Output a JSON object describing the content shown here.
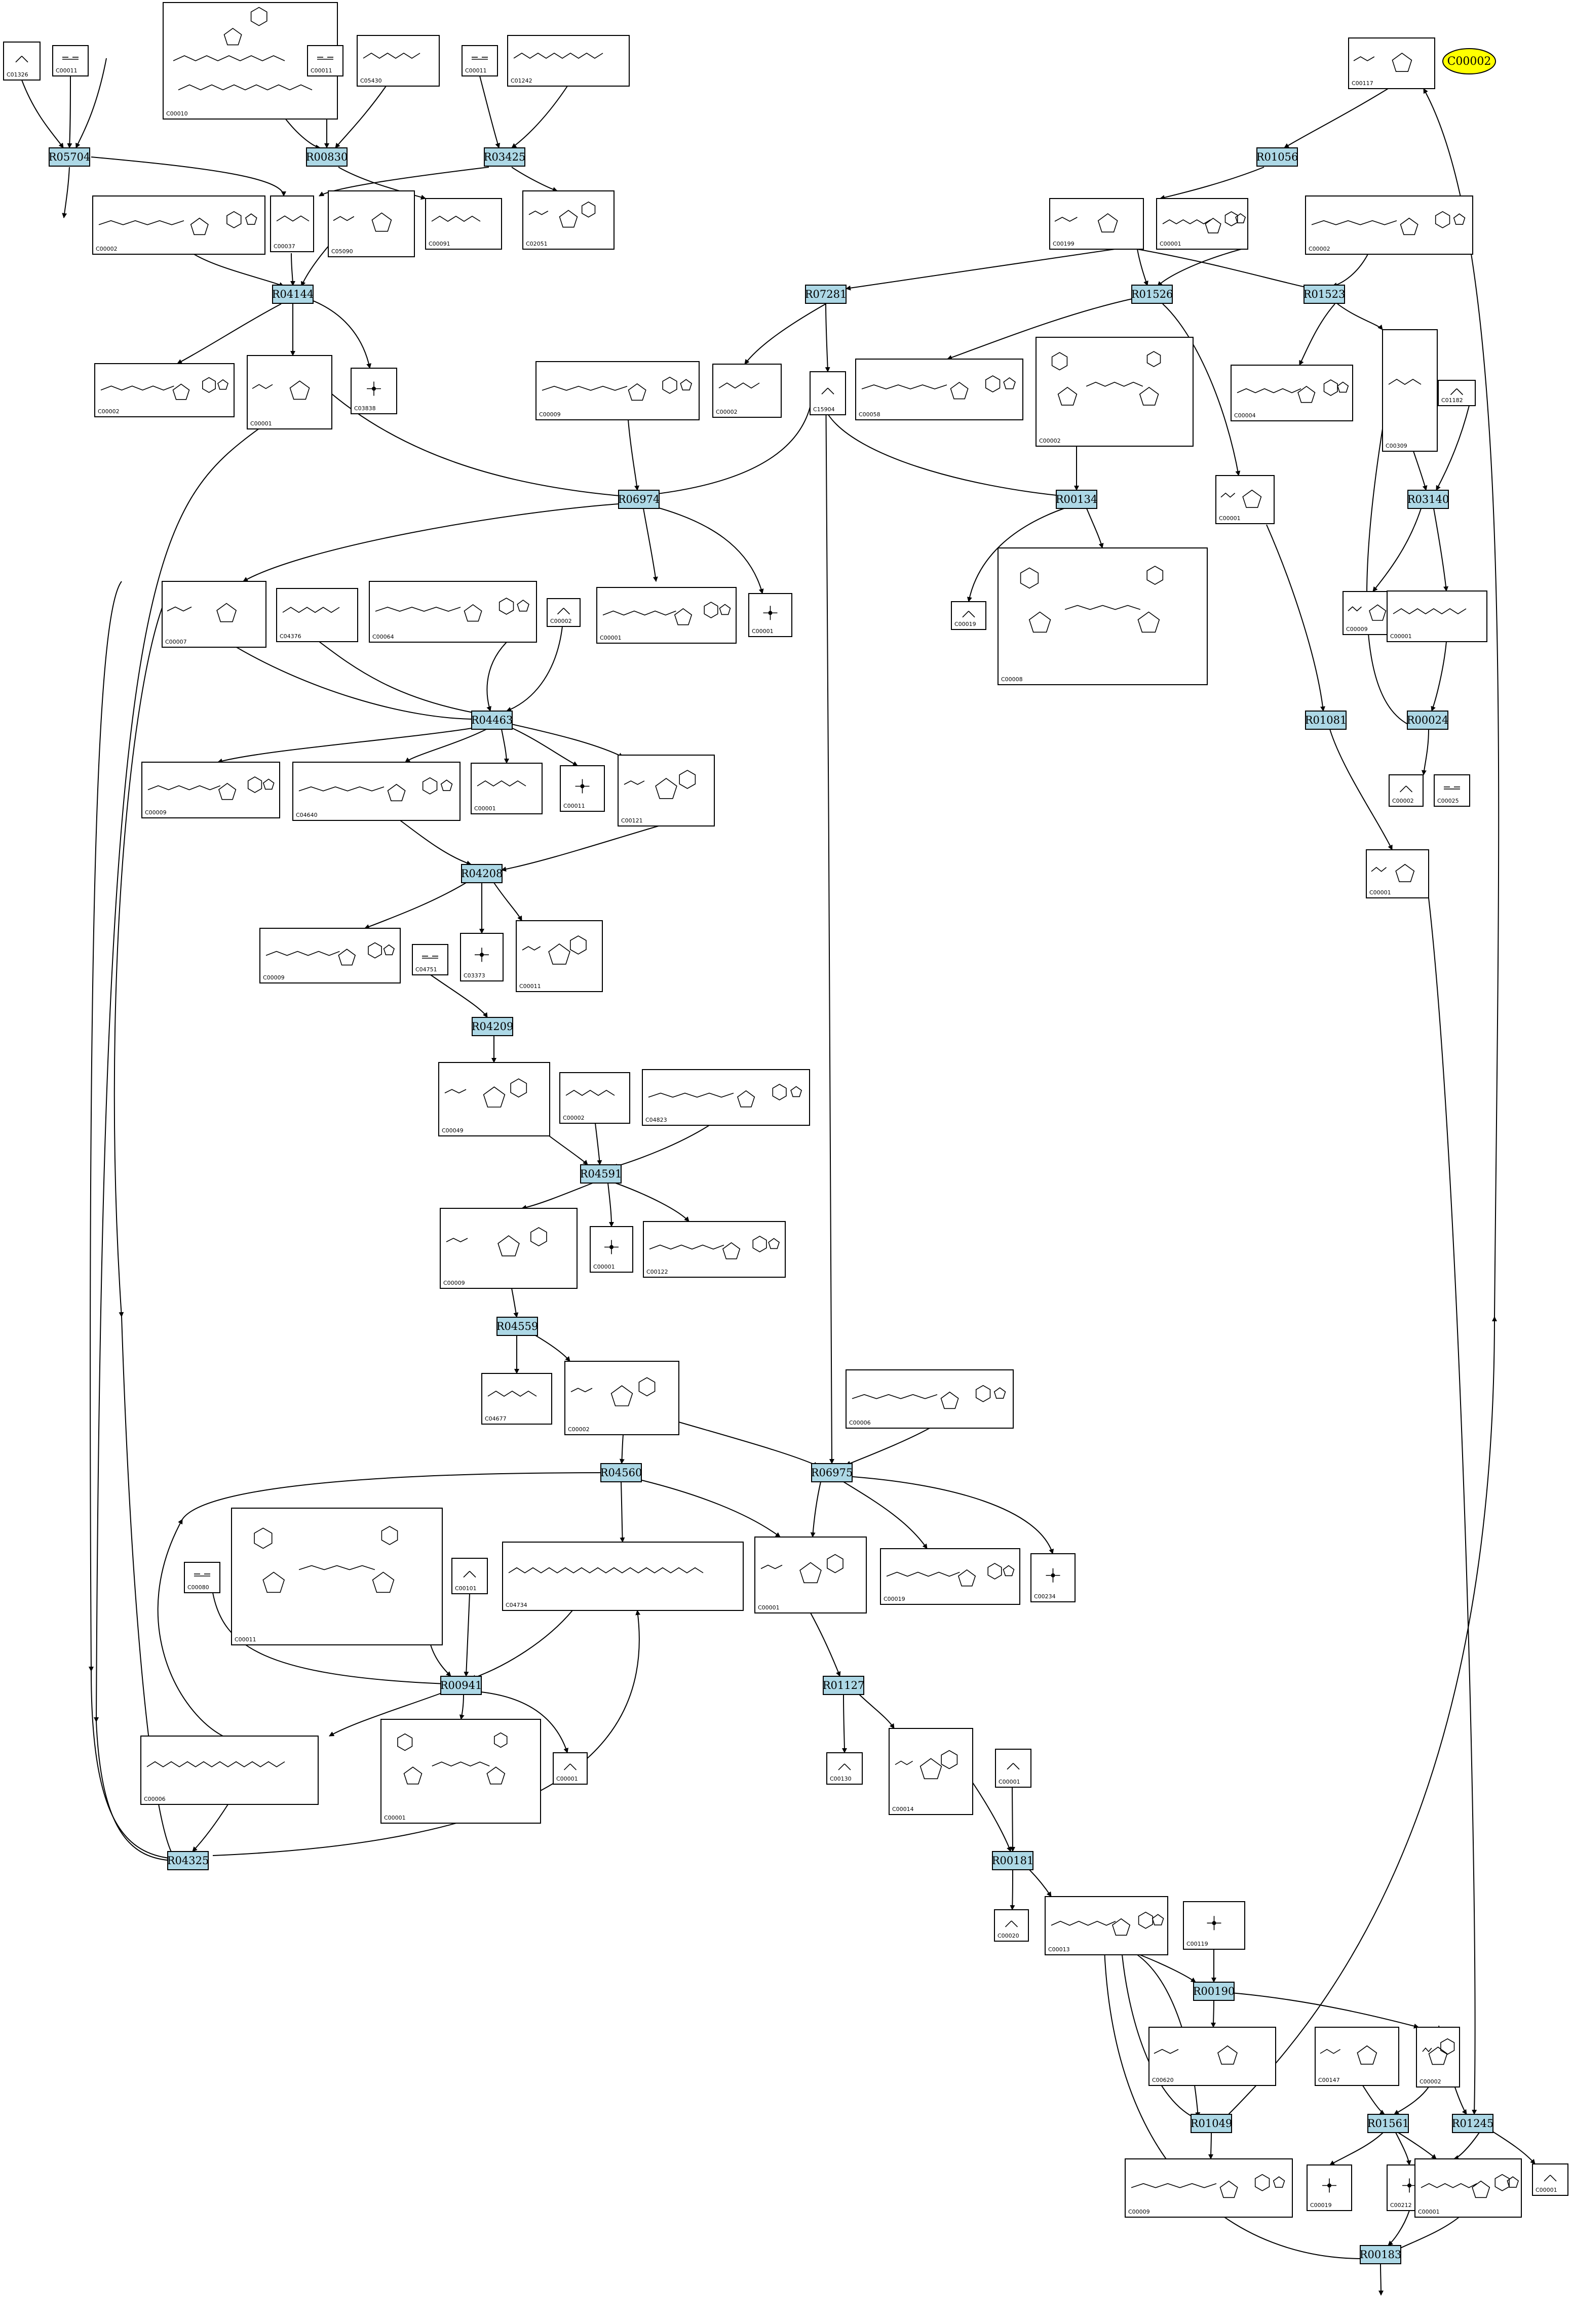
{
  "reactions": [
    "R05704",
    "R00830",
    "R03425",
    "R01056",
    "R04144",
    "R07281",
    "R01526",
    "R01523",
    "R06974",
    "R00134",
    "R03140",
    "R04463",
    "R01081",
    "R00024",
    "R04208",
    "R04209",
    "R04591",
    "R04559",
    "R04560",
    "R06975",
    "R00941",
    "R01127",
    "R04325",
    "R00181",
    "R00190",
    "R01049",
    "R01561",
    "R01245",
    "R00183"
  ],
  "compounds": [
    "C01326",
    "C00011",
    "C00010",
    "C00011",
    "C05430",
    "C00011",
    "C01242",
    "C00117",
    "C00002",
    "C00037",
    "C05090",
    "C00091",
    "C02051",
    "C00199",
    "C00001",
    "C00002",
    "C00002",
    "C00001",
    "C03838",
    "C00009",
    "C00002",
    "C15904",
    "C00058",
    "C00002",
    "C00004",
    "C00001",
    "C00309",
    "C01182",
    "C00007",
    "C04376",
    "C00064",
    "C00002",
    "C00001",
    "C00001",
    "C00019",
    "C00009",
    "C00008",
    "C00001",
    "C00002",
    "C00025",
    "C00009",
    "C04640",
    "C00001",
    "C00011",
    "C00121",
    "C00001",
    "C00009",
    "C03373",
    "C00011",
    "C04751",
    "C00049",
    "C00002",
    "C04823",
    "C00009",
    "C00001",
    "C00122",
    "C04677",
    "C00002",
    "C00006",
    "C00011",
    "C00080",
    "C00101",
    "C04734",
    "C00001",
    "C00019",
    "C00234",
    "C00006",
    "C00001",
    "C00001",
    "C00130",
    "C00014",
    "C00001",
    "C00020",
    "C00013",
    "C00119",
    "C00620",
    "C00147",
    "C00002",
    "C00009",
    "C00019",
    "C00212",
    "C00001",
    "C00001"
  ],
  "special_node": "C00002"
}
